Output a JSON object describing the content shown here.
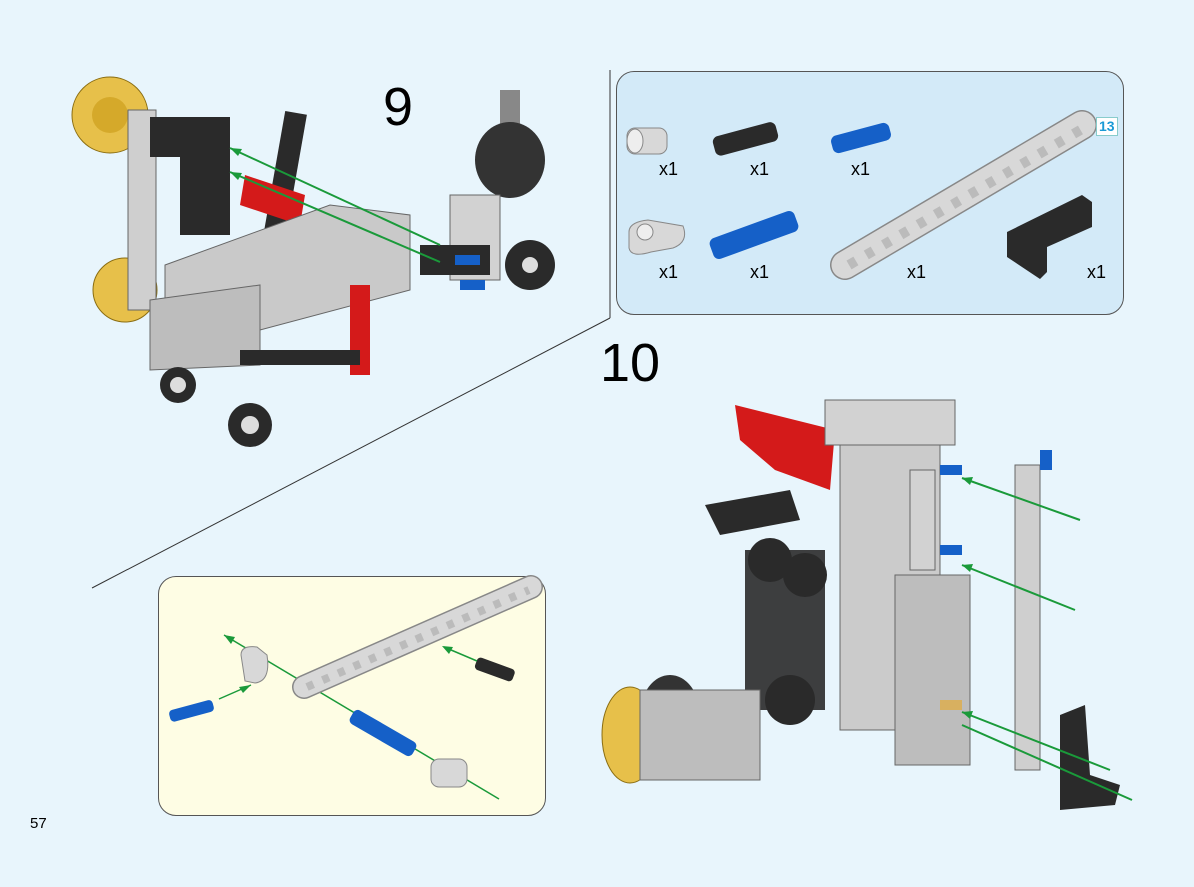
{
  "page": {
    "number": "57"
  },
  "steps": [
    {
      "number": "9"
    },
    {
      "number": "10"
    }
  ],
  "parts_list": {
    "length_badge": "13",
    "items": [
      {
        "part": "bush",
        "color": "#d8d8d8",
        "qty": "x1"
      },
      {
        "part": "friction-pin",
        "color": "#2a2a2a",
        "qty": "x1"
      },
      {
        "part": "axle-pin",
        "color": "#1560c8",
        "qty": "x1"
      },
      {
        "part": "cross-block",
        "color": "#d8d8d8",
        "qty": "x1"
      },
      {
        "part": "long-pin",
        "color": "#1560c8",
        "qty": "x1"
      },
      {
        "part": "beam-13",
        "color": "#d8d8d8",
        "qty": "x1"
      },
      {
        "part": "l-beam",
        "color": "#2a2a2a",
        "qty": "x1"
      }
    ]
  },
  "colors": {
    "arrow": "#1a9a3a",
    "panel": "#d3eaf8",
    "subassembly": "#fefde4",
    "background": "#e8f5fc"
  }
}
